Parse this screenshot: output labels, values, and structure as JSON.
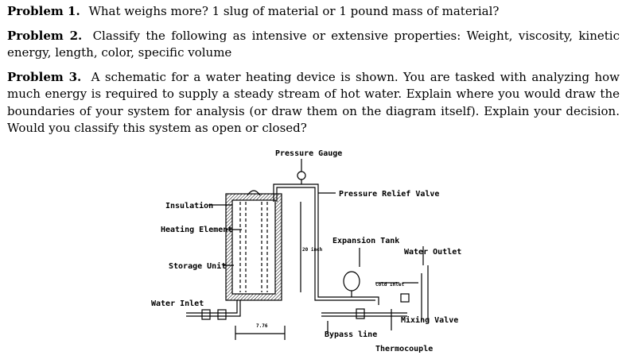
{
  "problems": [
    {
      "label": "Problem 1.",
      "text": "What weighs more? 1 slug of material or 1 pound mass of material?"
    },
    {
      "label": "Problem 2.",
      "text": "Classify the following as intensive or extensive properties: Weight, viscosity, kinetic energy, length, color, specific volume"
    },
    {
      "label": "Problem 3.",
      "text": "A schematic for a water heating device is shown. You are tasked with analyzing how much energy is required to supply a steady stream of hot water. Explain where you would draw the boundaries of your system for analysis (or draw them on the diagram itself). Explain your decision. Would you classify this system as open or closed?"
    }
  ],
  "diagram": {
    "labels": {
      "pressure_gauge": "Pressure Gauge",
      "pressure_relief_valve": "Pressure Relief Valve",
      "insulation": "Insulation",
      "heating_element": "Heating Element",
      "storage_unit": "Storage Unit",
      "water_inlet": "Water Inlet",
      "expansion_tank": "Expansion Tank",
      "water_outlet": "Water Outlet",
      "cold_inlet": "Cold Inlet",
      "mixing_valve": "Mixing Valve",
      "bypass_line": "Bypass line",
      "thermocouple": "Thermocouple",
      "dim_20": "20 inch",
      "dim_776": "7.76"
    }
  }
}
